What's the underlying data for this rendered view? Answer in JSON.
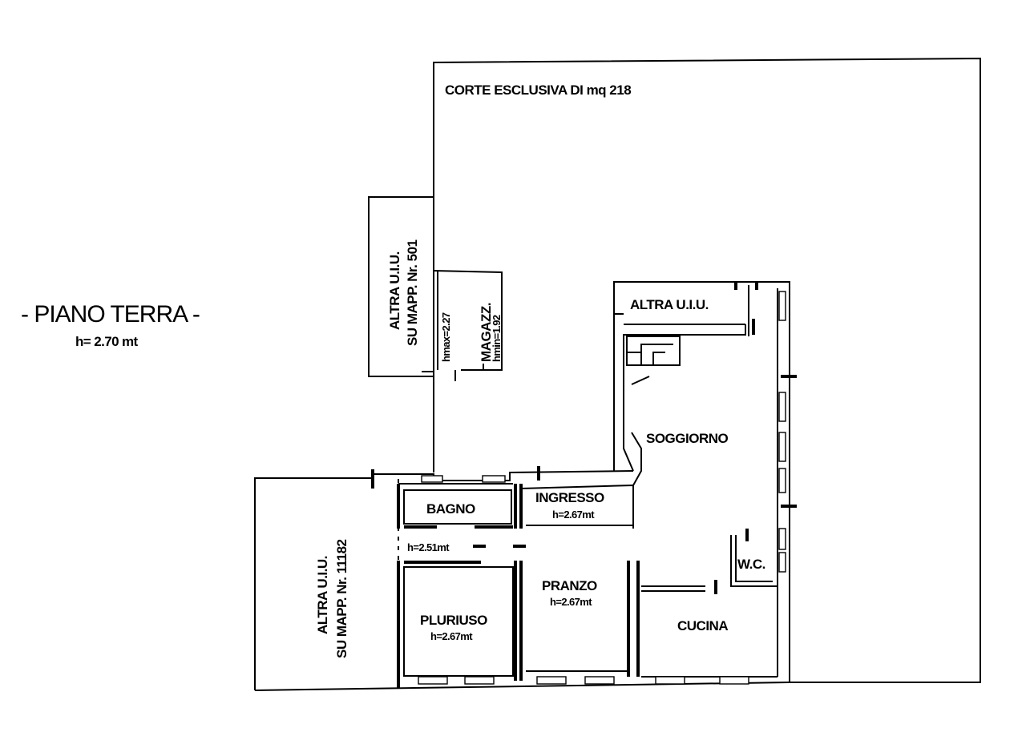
{
  "title": "- PIANO TERRA -",
  "height_note": "h= 2.70 mt",
  "court_label": "CORTE ESCLUSIVA DI mq 218",
  "neighbor_501": {
    "line1": "ALTRA U.I.U.",
    "line2": "SU MAPP. Nr. 501"
  },
  "neighbor_1182": {
    "line1": "ALTRA U.I.U.",
    "line2": "SU MAPP. Nr. 11182"
  },
  "neighbor_top": "ALTRA U.I.U.",
  "storage": {
    "name": "MAGAZZ.",
    "hmax": "hmax=2.27",
    "hmin": "hmin=1.92"
  },
  "rooms": {
    "bagno": "BAGNO",
    "disimpegno_h": "h=2.51mt",
    "plurius": "PLURIUSO",
    "plurius_h": "h=2.67mt",
    "ingresso": "INGRESSO",
    "ingresso_h": "h=2.67mt",
    "pranzo": "PRANZO",
    "pranzo_h": "h=2.67mt",
    "soggiorno": "SOGGIORNO",
    "wc": "W.C.",
    "cucina": "CUCINA"
  }
}
